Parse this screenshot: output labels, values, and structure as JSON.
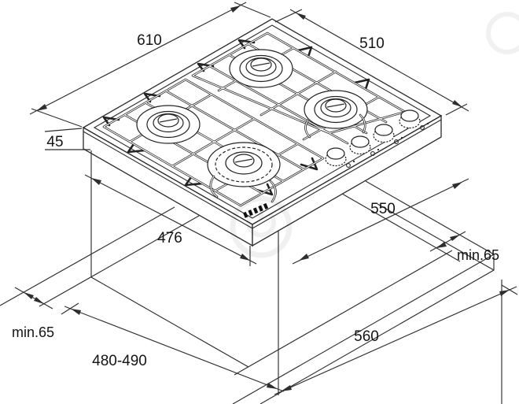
{
  "diagram": {
    "subject": "gas-hob-installation-dimensions",
    "dimensions": {
      "hob_width": "610",
      "hob_depth": "510",
      "hob_body_height": "45",
      "hob_body_depth": "476",
      "cutout_width": "550",
      "cutout_depth": "480-490",
      "worktop_front_width": "560",
      "rear_clearance": "min.65",
      "side_clearance": "min.65"
    },
    "colors": {
      "line": "#2e2e2e",
      "text": "#141414",
      "background": "#ffffff"
    }
  }
}
